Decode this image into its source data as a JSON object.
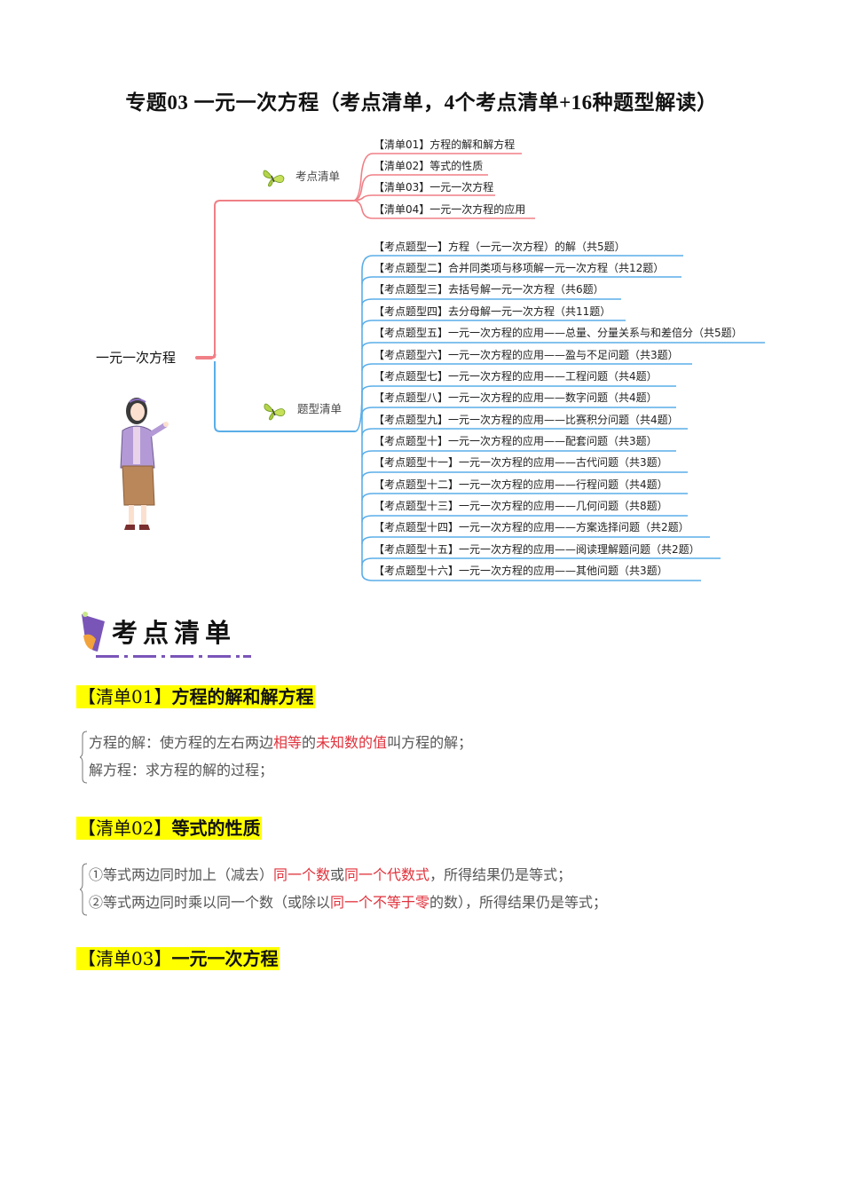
{
  "document": {
    "title": "专题03  一元一次方程（考点清单，4个考点清单+16种题型解读）"
  },
  "mindmap": {
    "root": "一元一次方程",
    "colors": {
      "checklist_branch": "#f07f86",
      "question_branch": "#5aaee8"
    },
    "checklist": {
      "label": "考点清单",
      "items": [
        "【清单01】方程的解和解方程",
        "【清单02】等式的性质",
        "【清单03】一元一次方程",
        "【清单04】一元一次方程的应用"
      ]
    },
    "question_types": {
      "label": "题型清单",
      "items": [
        "【考点题型一】方程（一元一次方程）的解（共5题）",
        "【考点题型二】合并同类项与移项解一元一次方程（共12题）",
        "【考点题型三】去括号解一元一次方程（共6题）",
        "【考点题型四】去分母解一元一次方程（共11题）",
        "【考点题型五】一元一次方程的应用——总量、分量关系与和差倍分（共5题）",
        "【考点题型六】一元一次方程的应用——盈与不足问题（共3题）",
        "【考点题型七】一元一次方程的应用——工程问题（共4题）",
        "【考点题型八】一元一次方程的应用——数字问题（共4题）",
        "【考点题型九】一元一次方程的应用——比赛积分问题（共4题）",
        "【考点题型十】一元一次方程的应用——配套问题（共3题）",
        "【考点题型十一】一元一次方程的应用——古代问题（共3题）",
        "【考点题型十二】一元一次方程的应用——行程问题（共4题）",
        "【考点题型十三】一元一次方程的应用——几何问题（共8题）",
        "【考点题型十四】一元一次方程的应用——方案选择问题（共2题）",
        "【考点题型十五】一元一次方程的应用——阅读理解题问题（共2题）",
        "【考点题型十六】一元一次方程的应用——其他问题（共3题）"
      ]
    }
  },
  "banner": {
    "title": "考点清单"
  },
  "sections": [
    {
      "bracket": "【清单",
      "num": "01",
      "bracket_close": "】",
      "title": "方程的解和解方程",
      "lines": [
        [
          {
            "text": "方程的解：使方程的左右两边",
            "red": false
          },
          {
            "text": "相等",
            "red": true
          },
          {
            "text": "的",
            "red": false
          },
          {
            "text": "未知数的值",
            "red": true
          },
          {
            "text": "叫方程的解；",
            "red": false
          }
        ],
        [
          {
            "text": "解方程：求方程的解的过程；",
            "red": false
          }
        ]
      ]
    },
    {
      "bracket": "【清单",
      "num": "02",
      "bracket_close": "】",
      "title": "等式的性质",
      "lines": [
        [
          {
            "text": "①等式两边同时加上（减去）",
            "red": false
          },
          {
            "text": "同一个数",
            "red": true
          },
          {
            "text": "或",
            "red": false
          },
          {
            "text": "同一个代数式",
            "red": true
          },
          {
            "text": "，所得结果仍是等式；",
            "red": false
          }
        ],
        [
          {
            "text": "②等式两边同时乘以同一个数（或除以",
            "red": false
          },
          {
            "text": "同一个不等于零",
            "red": true
          },
          {
            "text": "的数），所得结果仍是等式；",
            "red": false
          }
        ]
      ]
    },
    {
      "bracket": "【清单",
      "num": "03",
      "bracket_close": "】",
      "title": "一元一次方程",
      "lines": []
    }
  ]
}
